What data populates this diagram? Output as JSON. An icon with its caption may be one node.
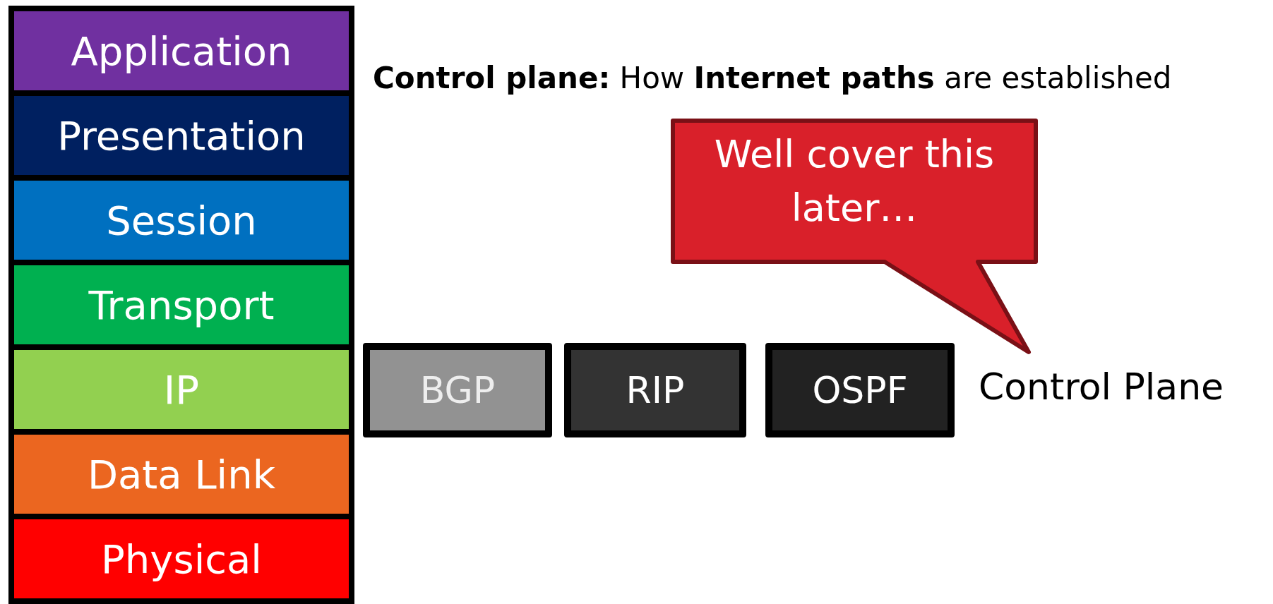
{
  "diagram": {
    "title": "**Control plane:** How **Internet paths** are established",
    "nodes": [
      {
        "text": [
          "Application"
        ]
      },
      {
        "text": [
          "Presentation"
        ]
      },
      {
        "text": [
          "Session"
        ]
      },
      {
        "text": [
          "Transport"
        ]
      },
      {
        "text": [
          "IP"
        ]
      },
      {
        "text": [
          "Data Link"
        ]
      },
      {
        "text": [
          "Physical"
        ]
      },
      {
        "text": [
          "BGP"
        ]
      },
      {
        "text": [
          "RIP"
        ]
      },
      {
        "text": [
          "OSPF"
        ]
      },
      {
        "text": [
          "Well cover this later…"
        ]
      }
    ],
    "labels": [
      "Control Plane"
    ]
  }
}
